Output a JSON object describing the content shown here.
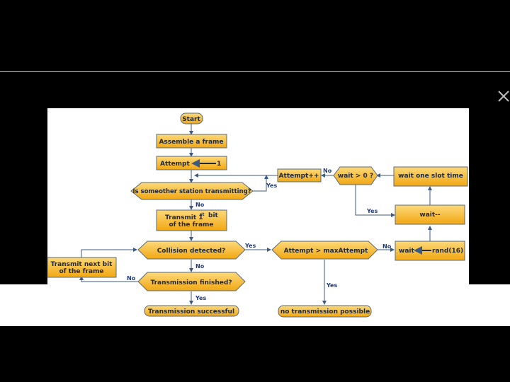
{
  "nodes": {
    "start": "Start",
    "assemble": "Assemble a frame",
    "attempt_init": [
      "Attempt",
      "1"
    ],
    "station_check": "Is someother station transmitting?",
    "transmit_first": [
      "Transmit 1",
      "st",
      "bit",
      "of the frame"
    ],
    "collision": "Collision detected?",
    "transmit_next": [
      "Transmit next bit",
      "of the frame"
    ],
    "finished": "Transmission finished?",
    "success": "Transmission successful",
    "attempt_inc": "Attempt++",
    "wait_gt_zero": "wait > 0 ?",
    "wait_slot": "wait one slot time",
    "wait_dec": "wait--",
    "attempt_max": "Attempt > maxAttempt",
    "wait_rand": [
      "wait",
      "rand(16)"
    ],
    "no_transmission": "no transmission possible"
  },
  "labels": {
    "yes": "Yes",
    "no": "No"
  },
  "colors": {
    "node_top": "#fcd97a",
    "node_bottom": "#f2a712",
    "edge": "#3d5a80"
  }
}
